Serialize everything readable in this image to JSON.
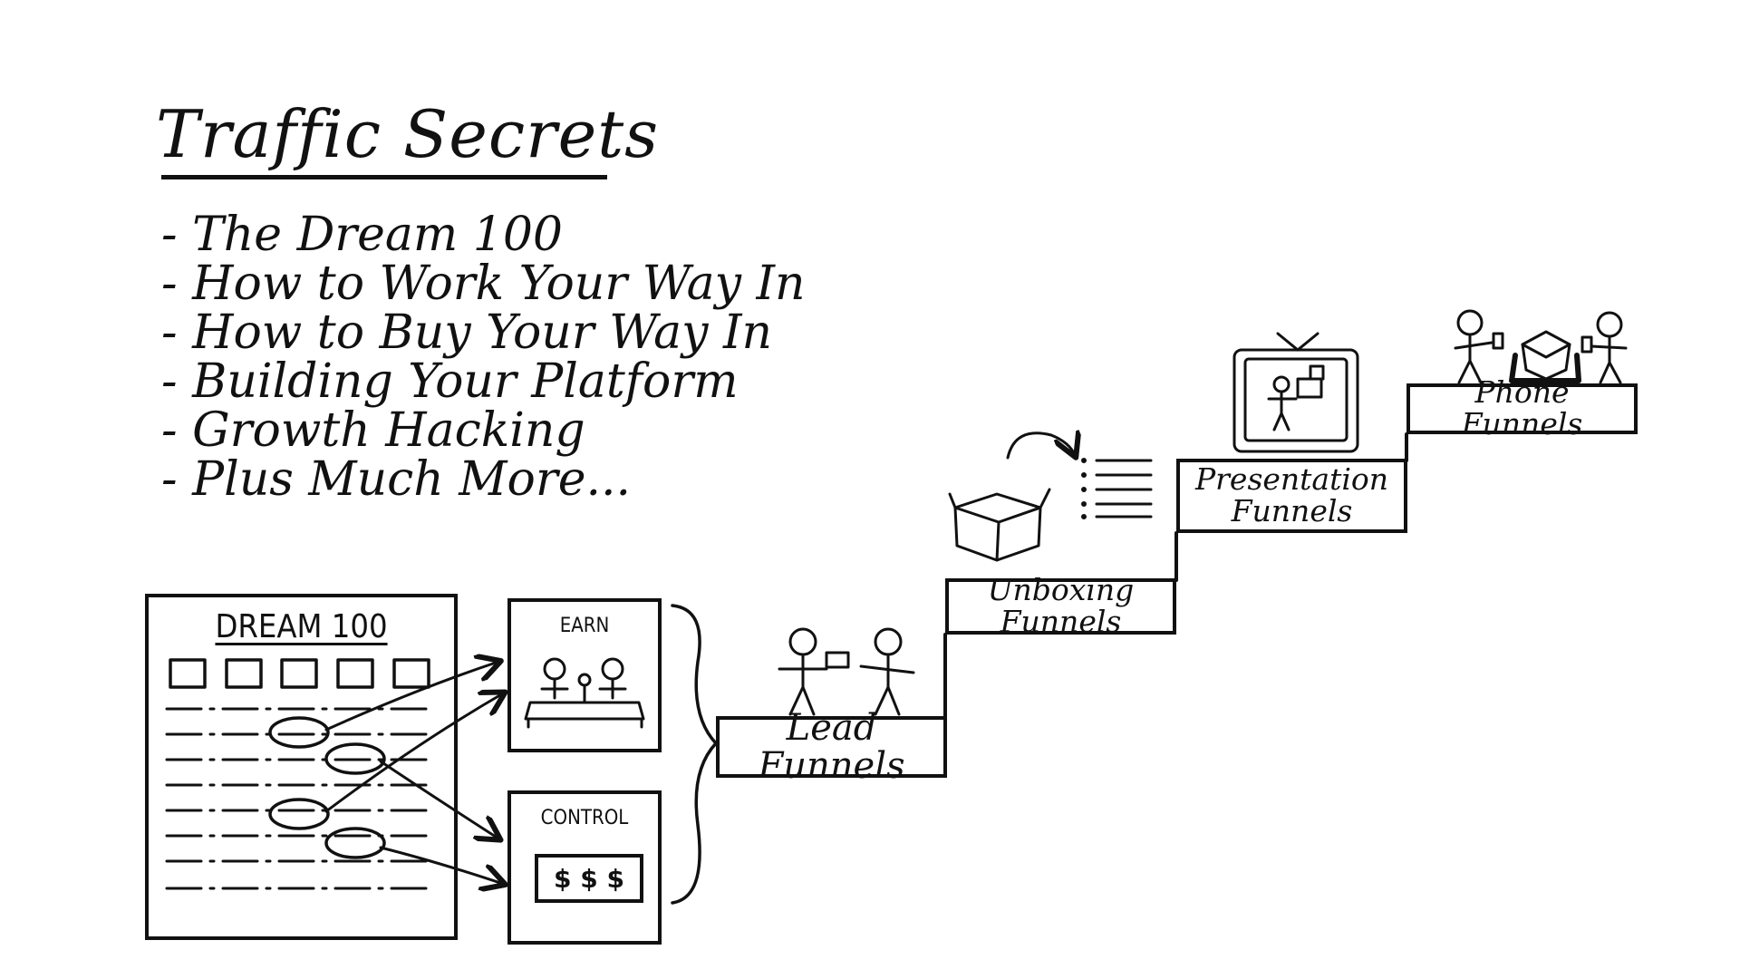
{
  "title": "Traffic Secrets",
  "bullets": [
    "The Dream 100",
    "How to Work Your Way In",
    "How to Buy Your Way In",
    "Building Your Platform",
    "Growth Hacking",
    "Plus Much More..."
  ],
  "dream100": {
    "title": "DREAM 100"
  },
  "earn": {
    "label": "EARN"
  },
  "control": {
    "label": "CONTROL",
    "money": "$ $ $"
  },
  "funnels": {
    "lead": "Lead Funnels",
    "unboxing": "Unboxing Funnels",
    "presentation_line1": "Presentation",
    "presentation_line2": "Funnels",
    "phone": "Phone Funnels"
  }
}
